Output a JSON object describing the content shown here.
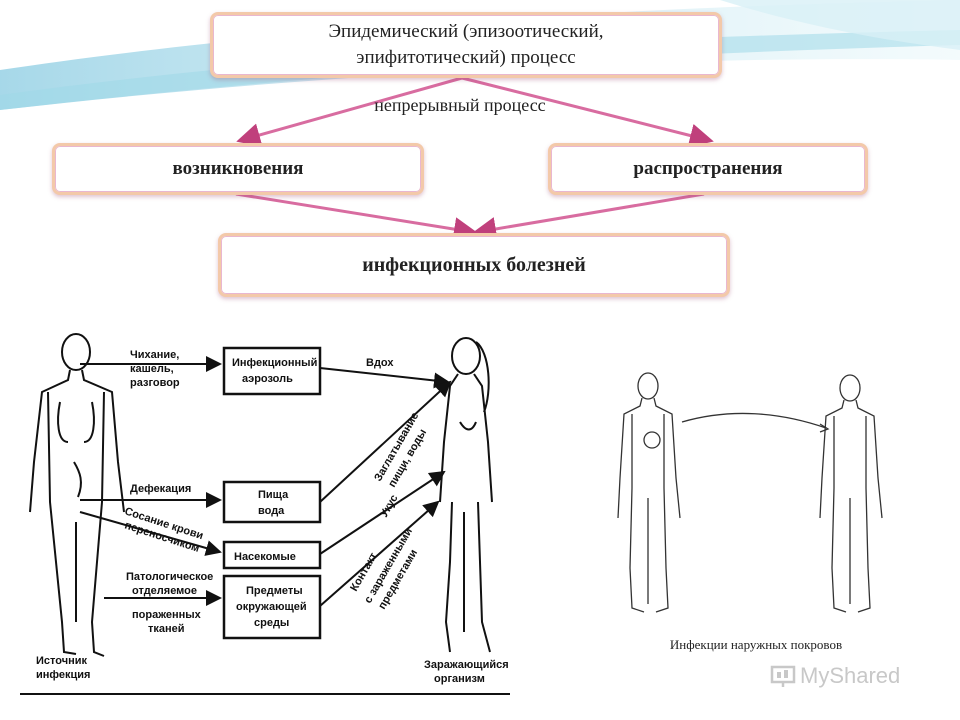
{
  "diagram": {
    "title_line1": "Эпидемический (эпизоотический,",
    "title_line2": "эпифитотический) процесс",
    "continuous_label": "непрерывный процесс",
    "box_emergence": "возникновения",
    "box_spread": "распространения",
    "box_infectious": "инфекционных болезней"
  },
  "left_figure": {
    "labels": {
      "sneeze": [
        "Чихание,",
        "кашель,",
        "разговор"
      ],
      "defecation": "Дефекация",
      "blood": [
        "Сосание крови",
        "переносчиком"
      ],
      "pathological": [
        "Патологическое",
        "отделяемое",
        "пораженных",
        "тканей"
      ],
      "source": [
        "Источник",
        "инфекция"
      ],
      "aerosol": [
        "Инфекционный",
        "аэрозоль"
      ],
      "food": [
        "Пища",
        "вода"
      ],
      "insects": "Насекомые",
      "objects": [
        "Предметы",
        "окружающей",
        "среды"
      ],
      "inhale": "Вдох",
      "swallow": [
        "Заглатывание",
        "пищи, воды"
      ],
      "bite": "Укус",
      "contact": [
        "Контакт",
        "с зараженными",
        "предметами"
      ],
      "host": [
        "Заражающийся",
        "организм"
      ]
    }
  },
  "right_figure": {
    "caption": "Инфекции наружных покровов"
  },
  "watermark": {
    "text": "MyShared"
  },
  "colors": {
    "box_border": "#f3c9a9",
    "arrow": "#c0407c",
    "wave_blue": "#7fc7dd"
  }
}
